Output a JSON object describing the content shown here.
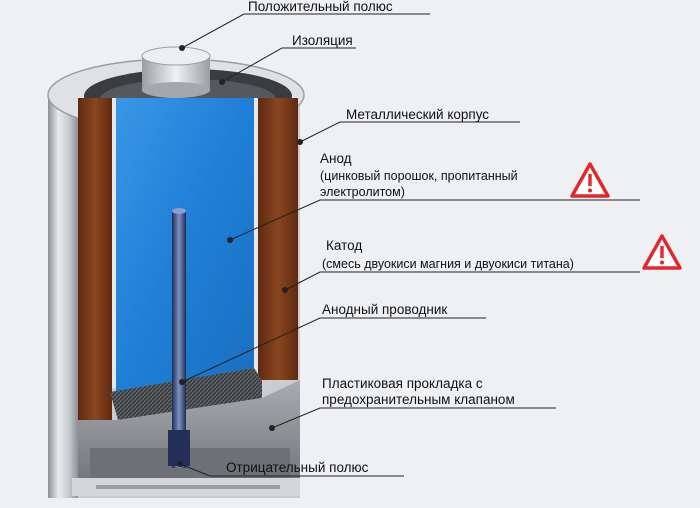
{
  "labels": {
    "positive_pole": "Положительный полюс",
    "insulation": "Изоляция",
    "metal_case": "Металлический корпус",
    "anode_title": "Анод",
    "anode_desc_1": "(цинковый порошок, пропитанный",
    "anode_desc_2": "электролитом)",
    "cathode_title": "Катод",
    "cathode_desc": "(смесь двуокиси магния и двуокиси титана)",
    "anode_conductor": "Анодный проводник",
    "gasket_1": "Пластиковая прокладка с",
    "gasket_2": "предохранительным клапаном",
    "negative_pole": "Отрицательный полюс"
  },
  "icons": {
    "warning": "warning-triangle-icon"
  },
  "colors": {
    "background": "#eef0f3",
    "anode": "#1f7fd6",
    "cathode": "#7a3a18",
    "case": "#cfd2d6",
    "gasket": "#8c8f93",
    "warning": "#e0282e"
  }
}
